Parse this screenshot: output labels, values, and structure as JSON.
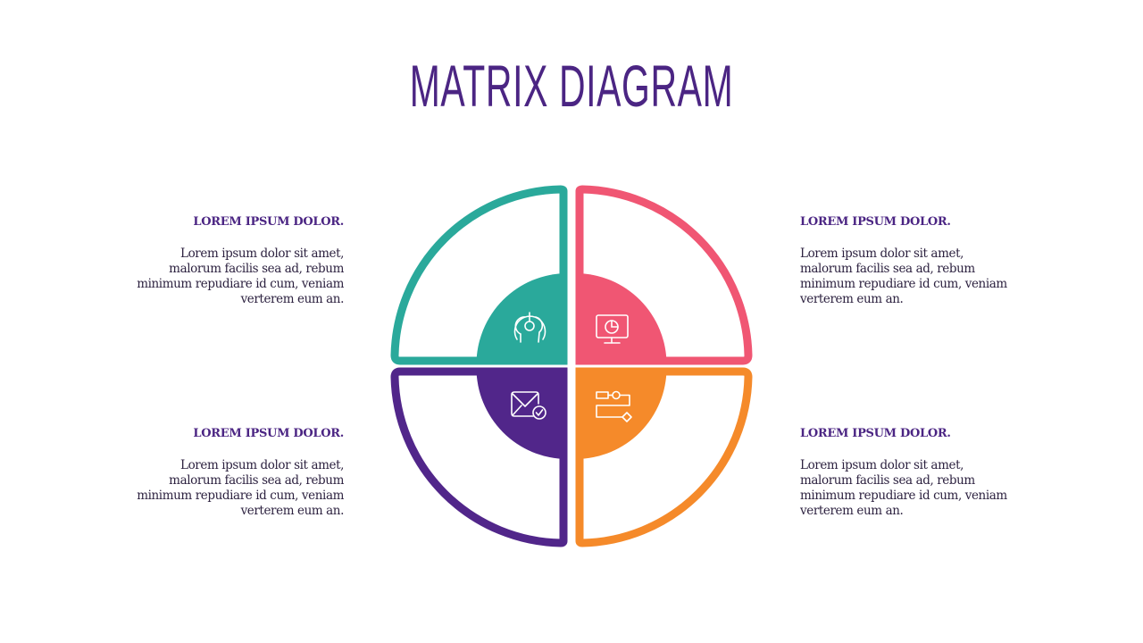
{
  "title": "MATRIX DIAGRAM",
  "colors": {
    "title": "#4b2583",
    "teal": "#2aa99b",
    "pink": "#f05673",
    "purple": "#51268a",
    "orange": "#f58a2a",
    "body_text": "#2d2240"
  },
  "quadrants": [
    {
      "position": "top-left",
      "color": "#2aa99b",
      "icon": "headset-head-icon"
    },
    {
      "position": "top-right",
      "color": "#f05673",
      "icon": "monitor-pie-chart-icon"
    },
    {
      "position": "bottom-left",
      "color": "#51268a",
      "icon": "envelope-check-icon"
    },
    {
      "position": "bottom-right",
      "color": "#f58a2a",
      "icon": "workflow-icon"
    }
  ],
  "blocks": {
    "top_left": {
      "heading": "LOREM IPSUM DOLOR.",
      "lines": [
        "Lorem ipsum dolor sit amet,",
        "malorum facilis sea ad, rebum",
        "minimum repudiare id cum, veniam",
        "verterem eum an."
      ]
    },
    "top_right": {
      "heading": "LOREM IPSUM DOLOR.",
      "lines": [
        "Lorem ipsum dolor sit amet,",
        "malorum facilis sea ad, rebum",
        "minimum repudiare id cum, veniam",
        "verterem eum an."
      ]
    },
    "bottom_left": {
      "heading": "LOREM IPSUM DOLOR.",
      "lines": [
        "Lorem ipsum dolor sit amet,",
        "malorum facilis sea ad, rebum",
        "minimum repudiare id cum, veniam",
        "verterem eum an."
      ]
    },
    "bottom_right": {
      "heading": "LOREM IPSUM DOLOR.",
      "lines": [
        "Lorem ipsum dolor sit amet,",
        "malorum facilis sea ad, rebum",
        "minimum repudiare id cum, veniam",
        "verterem eum an."
      ]
    }
  }
}
